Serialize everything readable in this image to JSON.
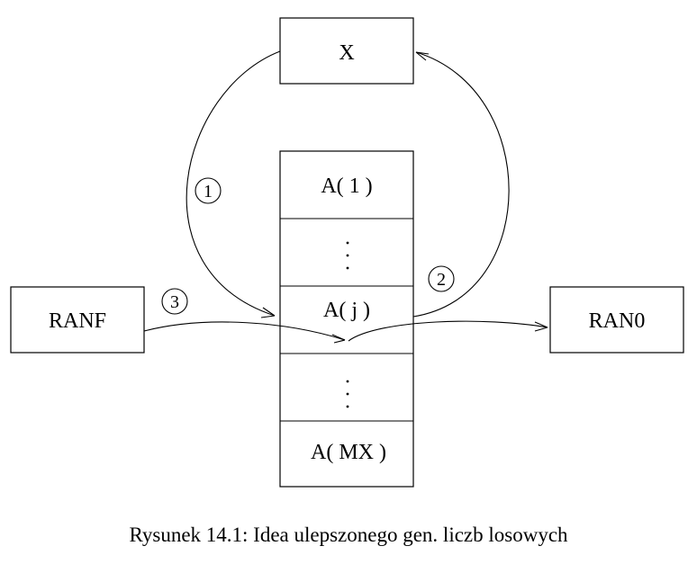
{
  "boxes": {
    "x": "X",
    "ranf": "RANF",
    "ran0": "RAN0",
    "a1": "A( 1 )",
    "aj": "A( j )",
    "amx": "A( MX )",
    "dots_upper": "·\n·\n·",
    "dots_lower": "·\n·\n·"
  },
  "steps": {
    "one": "1",
    "two": "2",
    "three": "3"
  },
  "caption": "Rysunek 14.1: Idea ulepszonego gen. liczb losowych"
}
